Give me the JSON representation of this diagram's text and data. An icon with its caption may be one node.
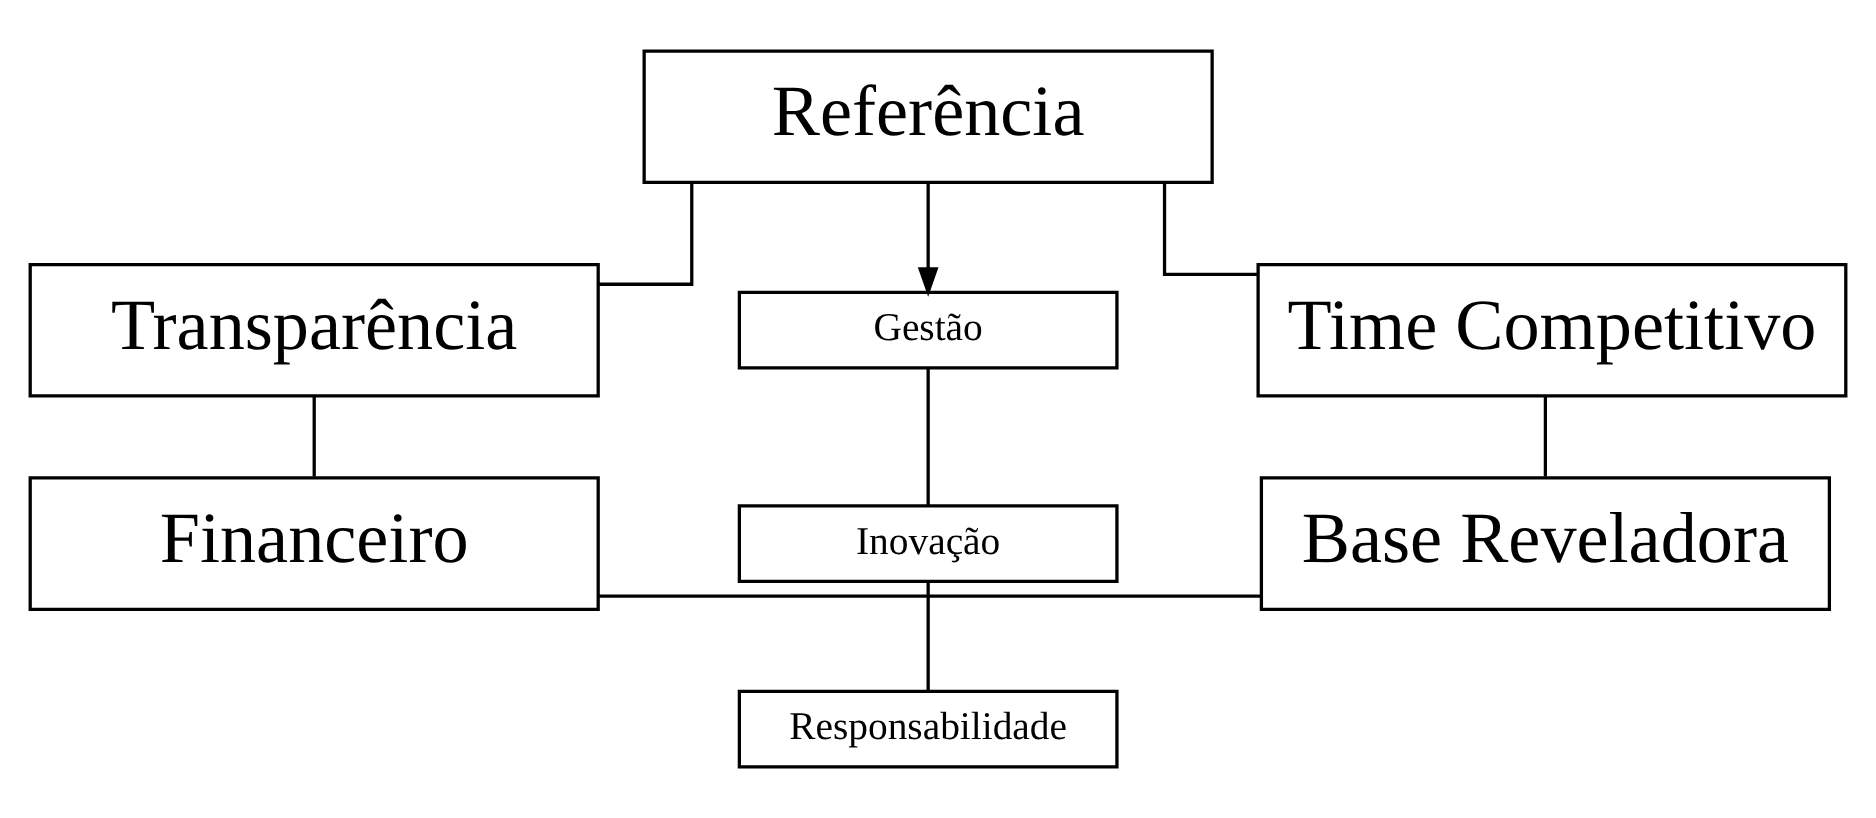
{
  "diagram": {
    "nodes": [
      {
        "text": [
          "Referência"
        ]
      },
      {
        "text": [
          "Transparência"
        ]
      },
      {
        "text": [
          "Gestão"
        ]
      },
      {
        "text": [
          "Time Competitivo"
        ]
      },
      {
        "text": [
          "Inovação"
        ]
      },
      {
        "text": [
          "Responsabilidade"
        ]
      },
      {
        "text": [
          "Financeiro"
        ]
      },
      {
        "text": [
          "Base Reveladora"
        ]
      }
    ],
    "edges": [
      {
        "from": 0,
        "to": 1,
        "arrow": "none"
      },
      {
        "from": 0,
        "to": 3,
        "arrow": "none"
      },
      {
        "from": 0,
        "to": 2,
        "arrow": "to"
      },
      {
        "from": 2,
        "to": 4,
        "arrow": "none"
      },
      {
        "from": 4,
        "to": 5,
        "arrow": "none"
      },
      {
        "from": 1,
        "to": 6,
        "arrow": "none"
      },
      {
        "from": 3,
        "to": 7,
        "arrow": "none"
      },
      {
        "from": 6,
        "to": 7,
        "arrow": "none"
      }
    ]
  }
}
